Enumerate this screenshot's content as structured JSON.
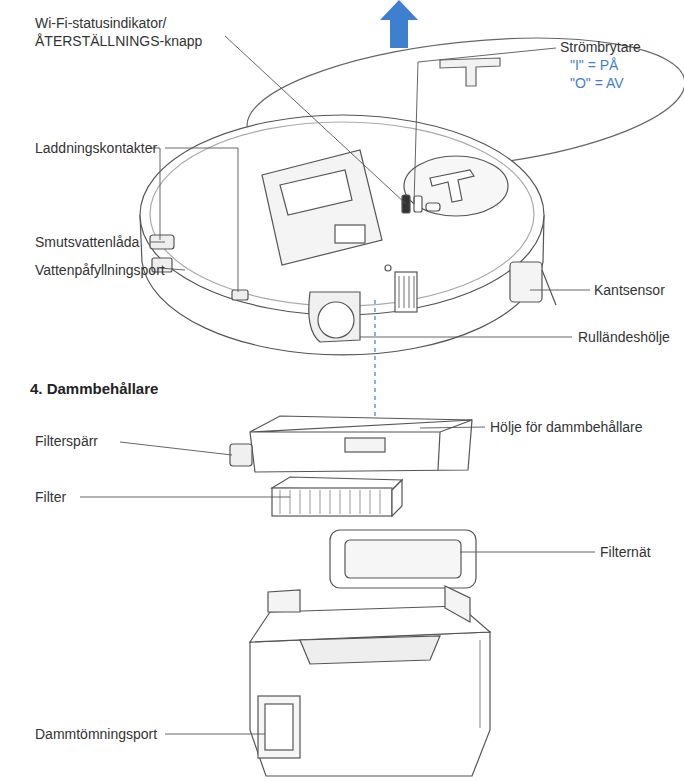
{
  "diagram": {
    "labels": [
      "Wi-Fi-statusindikator/ ÅTERSTÄLLNINGS-knapp",
      "Strömbrytare",
      "\"I\" = PÅ",
      "\"O\" = AV",
      "Laddningskontakter",
      "Smutsvattenlåda",
      "Vattenpåfyllningsport",
      "Kantsensor",
      "Rulländeshölje",
      "4. Dammbehållare",
      "Filterspärr",
      "Hölje för dammbehållare",
      "Filter",
      "Filternät",
      "Dammtömningsport"
    ]
  }
}
